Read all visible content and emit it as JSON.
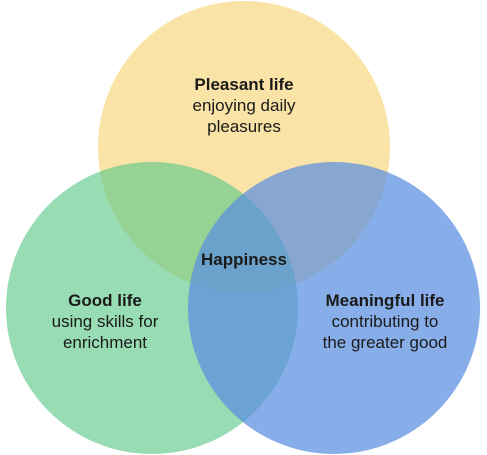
{
  "diagram": {
    "type": "venn-3",
    "circles": [
      {
        "id": "pleasant",
        "title": "Pleasant life",
        "line1": "enjoying daily",
        "line2": "pleasures",
        "color": "#f8d98a",
        "opacity": 0.75
      },
      {
        "id": "good",
        "title": "Good life",
        "line1": "using skills for",
        "line2": "enrichment",
        "color": "#5fc98a",
        "opacity": 0.65
      },
      {
        "id": "meaningful",
        "title": "Meaningful life",
        "line1": "contributing to",
        "line2": "the greater good",
        "color": "#5a8fe0",
        "opacity": 0.72
      }
    ],
    "center_label": "Happiness"
  }
}
